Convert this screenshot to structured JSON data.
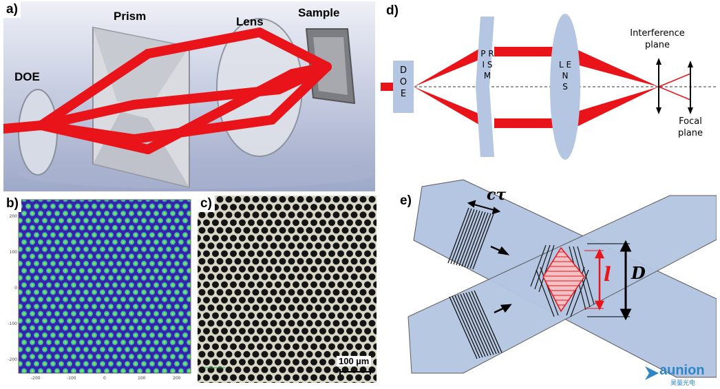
{
  "panel_a": {
    "label": "a)",
    "prism_label": "Prism",
    "lens_label": "Lens",
    "sample_label": "Sample",
    "doe_label": "DOE"
  },
  "panel_b": {
    "label": "b)",
    "y_ticks": [
      "200",
      "100",
      "0",
      "-100",
      "-200"
    ],
    "x_ticks": [
      "-200",
      "-100",
      "0",
      "100",
      "200"
    ]
  },
  "panel_c": {
    "label": "c)",
    "scale_bar": "100 µm"
  },
  "panel_d": {
    "label": "d)",
    "doe_text": "D O E",
    "prism_text": "P R I S M",
    "lens_text": "L E N S",
    "interference_label_line1": "Interference",
    "interference_label_line2": "plane",
    "focal_label_line1": "Focal",
    "focal_label_line2": "plane"
  },
  "panel_e": {
    "label": "e)",
    "ct_label": "cτ",
    "l_label": "l",
    "D_label": "D"
  },
  "watermark": {
    "text": "aunion",
    "subtext": "昊量光电"
  },
  "colors": {
    "beam_red": "#e8141a",
    "optic_blue": "#b4c6e2",
    "lattice_purple": "#3a22a8",
    "lattice_cyan": "#29c9c0",
    "lattice_yellow": "#e9e22c"
  }
}
